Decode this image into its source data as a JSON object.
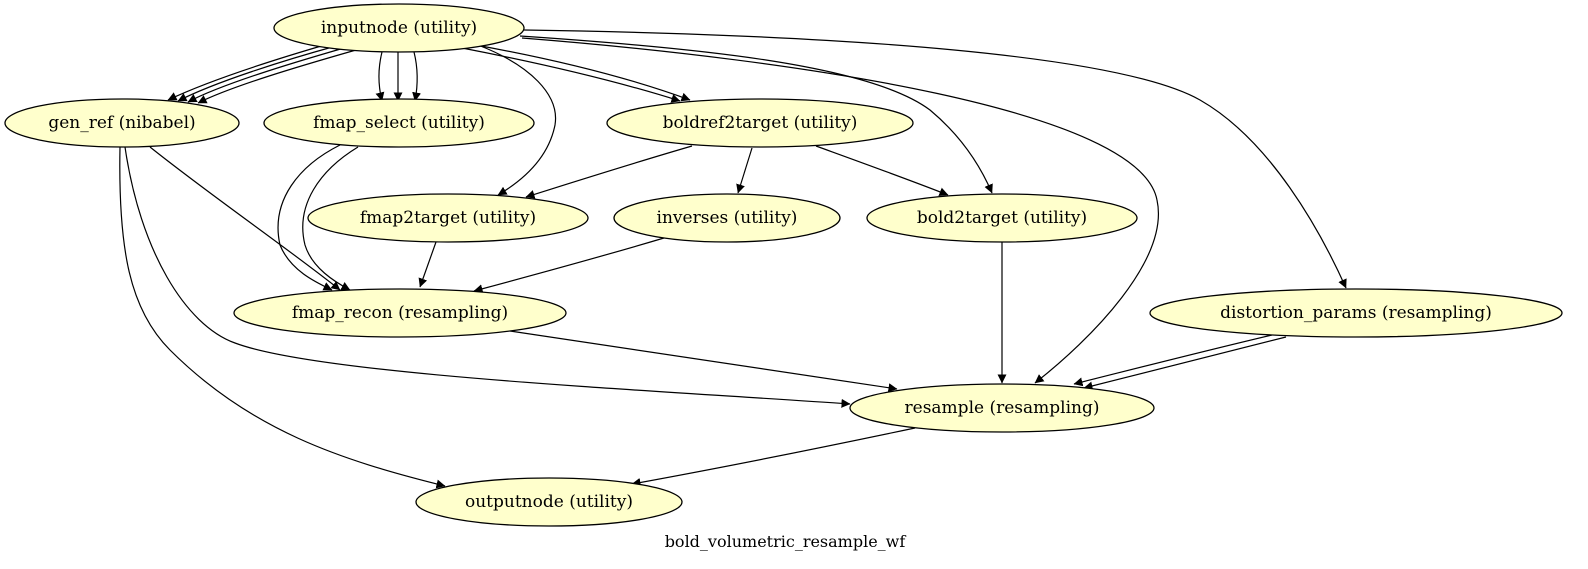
{
  "graph": {
    "caption": "bold_volumetric_resample_wf",
    "node_fill": "#ffffcc",
    "edge_color": "#000000"
  },
  "nodes": {
    "inputnode": "inputnode (utility)",
    "gen_ref": "gen_ref (nibabel)",
    "fmap_select": "fmap_select (utility)",
    "boldref2target": "boldref2target (utility)",
    "fmap2target": "fmap2target (utility)",
    "inverses": "inverses (utility)",
    "bold2target": "bold2target (utility)",
    "fmap_recon": "fmap_recon (resampling)",
    "distortion_params": "distortion_params (resampling)",
    "resample": "resample (resampling)",
    "outputnode": "outputnode (utility)"
  },
  "edges": [
    {
      "from": "inputnode",
      "to": "gen_ref",
      "count": 4
    },
    {
      "from": "inputnode",
      "to": "fmap_select",
      "count": 3
    },
    {
      "from": "inputnode",
      "to": "boldref2target",
      "count": 2
    },
    {
      "from": "inputnode",
      "to": "fmap2target",
      "count": 1
    },
    {
      "from": "inputnode",
      "to": "bold2target",
      "count": 1
    },
    {
      "from": "inputnode",
      "to": "resample",
      "count": 1
    },
    {
      "from": "inputnode",
      "to": "distortion_params",
      "count": 1
    },
    {
      "from": "gen_ref",
      "to": "fmap_recon",
      "count": 1
    },
    {
      "from": "gen_ref",
      "to": "resample",
      "count": 1
    },
    {
      "from": "gen_ref",
      "to": "outputnode",
      "count": 1
    },
    {
      "from": "fmap_select",
      "to": "fmap_recon",
      "count": 2
    },
    {
      "from": "boldref2target",
      "to": "fmap2target",
      "count": 1
    },
    {
      "from": "boldref2target",
      "to": "inverses",
      "count": 1
    },
    {
      "from": "boldref2target",
      "to": "bold2target",
      "count": 1
    },
    {
      "from": "fmap2target",
      "to": "fmap_recon",
      "count": 1
    },
    {
      "from": "inverses",
      "to": "fmap_recon",
      "count": 1
    },
    {
      "from": "bold2target",
      "to": "resample",
      "count": 1
    },
    {
      "from": "fmap_recon",
      "to": "resample",
      "count": 1
    },
    {
      "from": "distortion_params",
      "to": "resample",
      "count": 2
    },
    {
      "from": "resample",
      "to": "outputnode",
      "count": 1
    }
  ]
}
